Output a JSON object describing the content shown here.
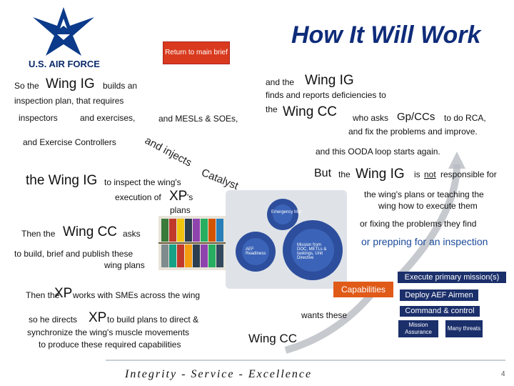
{
  "logo": {
    "text": "U.S. AIR FORCE"
  },
  "return_button": {
    "label": "Return to main brief"
  },
  "title": "How It Will Work",
  "left": {
    "so_the": "So the",
    "wing_ig_1": "Wing IG",
    "builds_an": "builds an",
    "inspection_plan": "inspection plan, that requires",
    "inspectors": "inspectors",
    "and_exercises": "and exercises,",
    "and_mesls": "and MESLs  & SOEs,",
    "and_exercise_controllers": "and Exercise Controllers",
    "and_injects": "and injects",
    "catalyst": "Catalyst",
    "the_wing_ig": "the Wing IG",
    "to_inspect": "to inspect the wing's",
    "execution_of": "execution of",
    "xp_1": "XP",
    "xps_suffix": "'s",
    "plans": "plans",
    "then_the_1": "Then the",
    "wing_cc_1": "Wing CC",
    "asks": "asks",
    "to_build": "to build, brief and publish these",
    "wing_plans": "wing plans",
    "then_the_2": "Then the",
    "xp_2": "XP",
    "works_with": "works with SMEs across the wing",
    "so_he_directs": "so he directs",
    "xp_3": "XP",
    "to_build_plans": "to build plans to direct &",
    "synchronize": "synchronize the wing's muscle movements",
    "to_produce": "to produce these required capabilities"
  },
  "right": {
    "and_the": "and the",
    "wing_ig_2": "Wing IG",
    "finds_reports": "finds and reports deficiencies to",
    "the": "the",
    "wing_cc_2": "Wing CC",
    "who_asks": "who asks",
    "gp_ccs": "Gp/CCs",
    "to_do_rca": "to do RCA,",
    "fix_problems": "and fix the problems and improve.",
    "ooda": "and this OODA loop starts again.",
    "but": "But",
    "the_2": "the",
    "wing_ig_3": "Wing IG",
    "is": "is",
    "not": "not",
    "responsible_for": "responsible for",
    "plans_or_teaching": "the wing's plans or teaching the",
    "wing_how": "wing how to execute them",
    "or_fixing": "or fixing the problems they find",
    "or_prepping": "or prepping for an inspection",
    "execute_primary": "Execute primary mission(s)",
    "capabilities": "Capabilities",
    "deploy_aef": "Deploy AEF Airmen",
    "command_control": "Command & control",
    "mission_assurance": "Mission Assurance",
    "many_threats": "Many threats",
    "wants_these": "wants these",
    "wing_cc_3": "Wing CC"
  },
  "gear": {
    "small_label": "Emergency Mgt",
    "aef_label": "AEF Readiness",
    "mission_label": "Mission from DOC, METLs & taskings, Unit Directive"
  },
  "footer": "Integrity - Service - Excellence",
  "page_number": "4",
  "colors": {
    "title": "#0f2c7a",
    "return_button": "#d93a1e",
    "capabilities": "#e05a18",
    "navy": "#1b2f6b",
    "gear_blue": "#2d4e9c"
  }
}
